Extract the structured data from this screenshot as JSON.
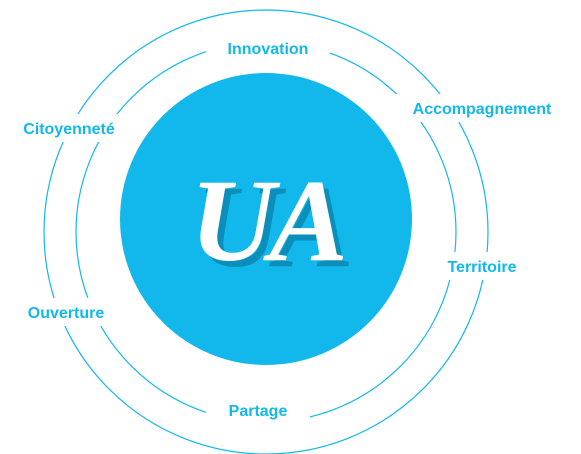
{
  "colors": {
    "accent": "#12B8EB",
    "background": "#FFFFFF",
    "logo_text": "#FFFFFF"
  },
  "logo": {
    "text": "UA"
  },
  "values": [
    {
      "id": "innovation",
      "label": "Innovation"
    },
    {
      "id": "accompagnement",
      "label": "Accompagnement"
    },
    {
      "id": "territoire",
      "label": "Territoire"
    },
    {
      "id": "partage",
      "label": "Partage"
    },
    {
      "id": "ouverture",
      "label": "Ouverture"
    },
    {
      "id": "citoyennete",
      "label": "Citoyenneté"
    }
  ]
}
